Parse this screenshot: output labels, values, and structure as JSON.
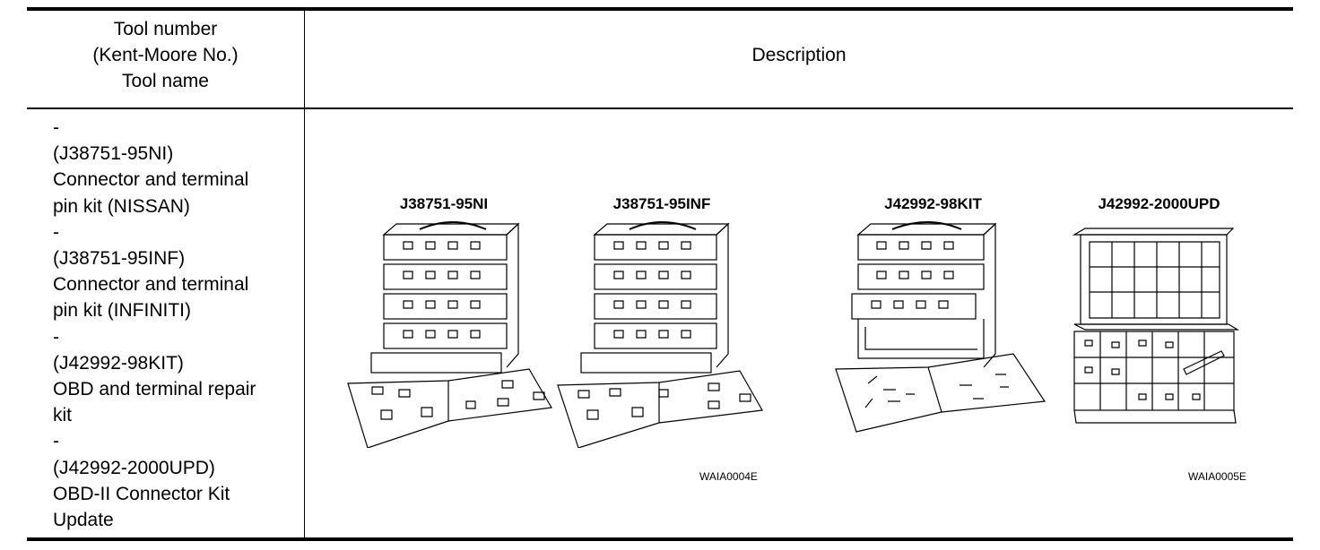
{
  "header": {
    "tool_col": [
      "Tool number",
      "(Kent-Moore No.)",
      "Tool name"
    ],
    "description_col": "Description"
  },
  "tools": [
    {
      "dash": "-",
      "number": "(J38751-95NI)",
      "name": [
        "Connector and terminal",
        "pin kit (NISSAN)"
      ]
    },
    {
      "dash": "-",
      "number": "(J38751-95INF)",
      "name": [
        "Connector and terminal",
        "pin kit (INFINITI)"
      ]
    },
    {
      "dash": "-",
      "number": "(J42992-98KIT)",
      "name": [
        "OBD and terminal repair",
        "kit"
      ]
    },
    {
      "dash": "-",
      "number": "(J42992-2000UPD)",
      "name": [
        "OBD-II Connector Kit",
        "Update"
      ]
    }
  ],
  "figure": {
    "kit_labels": [
      "J38751-95NI",
      "J38751-95INF",
      "J42992-98KIT",
      "J42992-2000UPD"
    ],
    "codes": [
      "WAIA0004E",
      "WAIA0005E"
    ]
  }
}
